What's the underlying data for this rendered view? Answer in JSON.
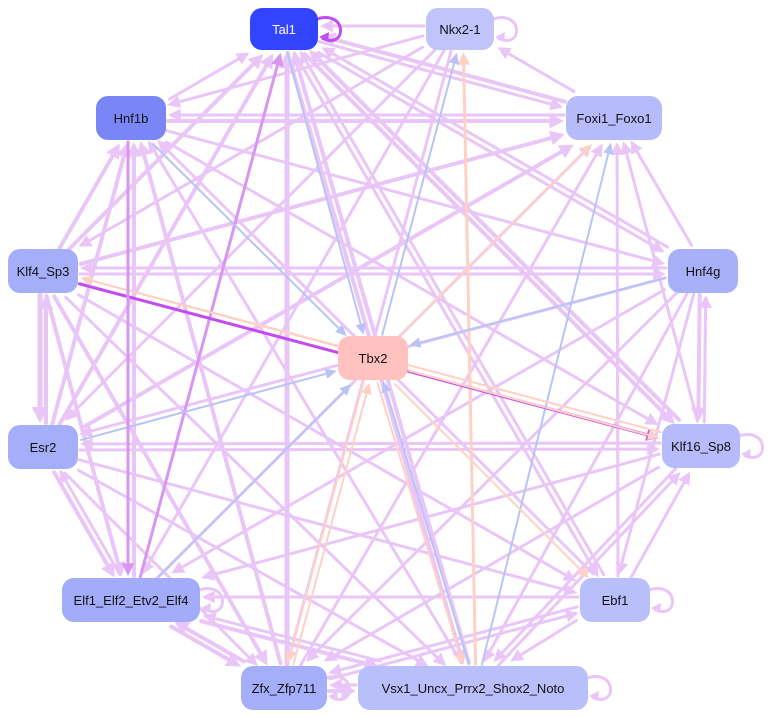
{
  "colors": {
    "edge_default": "#eac6f8",
    "edge_blue": "#b9c4f6",
    "edge_peach": "#ffd0c4",
    "edge_strong": "#c24cf0",
    "edge_medium": "#d896f2"
  },
  "nodes": [
    {
      "id": "tal1",
      "label": "Tal1",
      "fill": "#3344ff",
      "text": "#ffffff"
    },
    {
      "id": "nkx2",
      "label": "Nkx2-1",
      "fill": "#c0c4fb",
      "text": "#111111"
    },
    {
      "id": "hnf1b",
      "label": "Hnf1b",
      "fill": "#7b86f6",
      "text": "#111111"
    },
    {
      "id": "foxi1",
      "label": "Foxi1_Foxo1",
      "fill": "#b6bcfb",
      "text": "#111111"
    },
    {
      "id": "klf4",
      "label": "Klf4_Sp3",
      "fill": "#a5aef9",
      "text": "#111111"
    },
    {
      "id": "hnf4g",
      "label": "Hnf4g",
      "fill": "#a8b0fa",
      "text": "#111111"
    },
    {
      "id": "tbx2",
      "label": "Tbx2",
      "fill": "#ffc2bf",
      "text": "#111111"
    },
    {
      "id": "esr2",
      "label": "Esr2",
      "fill": "#a5aef9",
      "text": "#111111"
    },
    {
      "id": "klf16",
      "label": "Klf16_Sp8",
      "fill": "#b6bcfb",
      "text": "#111111"
    },
    {
      "id": "elf1",
      "label": "Elf1_Elf2_Etv2_Elf4",
      "fill": "#a3acf9",
      "text": "#111111"
    },
    {
      "id": "ebf1",
      "label": "Ebf1",
      "fill": "#b9bffb",
      "text": "#111111"
    },
    {
      "id": "zfx",
      "label": "Zfx_Zfp711",
      "fill": "#a5aef9",
      "text": "#111111"
    },
    {
      "id": "vsx1",
      "label": "Vsx1_Uncx_Prrx2_Shox2_Noto",
      "fill": "#b9bffb",
      "text": "#111111"
    }
  ],
  "edges": [
    {
      "from": "nkx2",
      "to": "tal1",
      "color": "default",
      "weight": 3
    },
    {
      "from": "foxi1",
      "to": "tal1",
      "color": "default",
      "weight": 4
    },
    {
      "from": "hnf4g",
      "to": "tal1",
      "color": "default",
      "weight": 3
    },
    {
      "from": "klf16",
      "to": "tal1",
      "color": "default",
      "weight": 4
    },
    {
      "from": "ebf1",
      "to": "tal1",
      "color": "default",
      "weight": 3
    },
    {
      "from": "vsx1",
      "to": "tal1",
      "color": "default",
      "weight": 4
    },
    {
      "from": "zfx",
      "to": "tal1",
      "color": "default",
      "weight": 5
    },
    {
      "from": "elf1",
      "to": "tal1",
      "color": "medium",
      "weight": 3
    },
    {
      "from": "esr2",
      "to": "tal1",
      "color": "default",
      "weight": 4
    },
    {
      "from": "klf4",
      "to": "tal1",
      "color": "default",
      "weight": 4
    },
    {
      "from": "hnf1b",
      "to": "tal1",
      "color": "default",
      "weight": 3
    },
    {
      "from": "tal1",
      "to": "tbx2",
      "color": "blue",
      "weight": 2
    },
    {
      "from": "tal1",
      "to": "foxi1",
      "color": "default",
      "weight": 3
    },
    {
      "from": "tal1",
      "to": "klf16",
      "color": "default",
      "weight": 4
    },
    {
      "from": "tal1",
      "to": "vsx1",
      "color": "default",
      "weight": 4
    },
    {
      "from": "tal1",
      "to": "ebf1",
      "color": "default",
      "weight": 3
    },
    {
      "from": "tal1",
      "to": "hnf4g",
      "color": "default",
      "weight": 3
    },
    {
      "from": "nkx2",
      "to": "hnf1b",
      "color": "default",
      "weight": 3
    },
    {
      "from": "nkx2",
      "to": "klf4",
      "color": "default",
      "weight": 3
    },
    {
      "from": "nkx2",
      "to": "esr2",
      "color": "default",
      "weight": 3
    },
    {
      "from": "nkx2",
      "to": "elf1",
      "color": "default",
      "weight": 3
    },
    {
      "from": "foxi1",
      "to": "nkx2",
      "color": "default",
      "weight": 3
    },
    {
      "from": "vsx1",
      "to": "nkx2",
      "color": "peach",
      "weight": 3
    },
    {
      "from": "tbx2",
      "to": "nkx2",
      "color": "blue",
      "weight": 2
    },
    {
      "from": "nkx2",
      "to": "zfx",
      "color": "default",
      "weight": 3
    },
    {
      "from": "hnf1b",
      "to": "foxi1",
      "color": "default",
      "weight": 4
    },
    {
      "from": "foxi1",
      "to": "hnf1b",
      "color": "default",
      "weight": 3
    },
    {
      "from": "hnf1b",
      "to": "tbx2",
      "color": "blue",
      "weight": 2
    },
    {
      "from": "hnf1b",
      "to": "hnf4g",
      "color": "default",
      "weight": 3
    },
    {
      "from": "hnf1b",
      "to": "klf16",
      "color": "default",
      "weight": 3
    },
    {
      "from": "klf4",
      "to": "hnf1b",
      "color": "default",
      "weight": 4
    },
    {
      "from": "esr2",
      "to": "hnf1b",
      "color": "default",
      "weight": 4
    },
    {
      "from": "elf1",
      "to": "hnf1b",
      "color": "default",
      "weight": 4
    },
    {
      "from": "zfx",
      "to": "hnf1b",
      "color": "default",
      "weight": 4
    },
    {
      "from": "vsx1",
      "to": "hnf1b",
      "color": "default",
      "weight": 3
    },
    {
      "from": "ebf1",
      "to": "hnf1b",
      "color": "default",
      "weight": 3
    },
    {
      "from": "klf4",
      "to": "foxi1",
      "color": "default",
      "weight": 4
    },
    {
      "from": "esr2",
      "to": "foxi1",
      "color": "default",
      "weight": 4
    },
    {
      "from": "elf1",
      "to": "foxi1",
      "color": "default",
      "weight": 3
    },
    {
      "from": "zfx",
      "to": "foxi1",
      "color": "default",
      "weight": 3
    },
    {
      "from": "tbx2",
      "to": "foxi1",
      "color": "peach",
      "weight": 2
    },
    {
      "from": "vsx1",
      "to": "foxi1",
      "color": "blue",
      "weight": 2
    },
    {
      "from": "klf16",
      "to": "foxi1",
      "color": "default",
      "weight": 3
    },
    {
      "from": "ebf1",
      "to": "foxi1",
      "color": "default",
      "weight": 3
    },
    {
      "from": "hnf4g",
      "to": "foxi1",
      "color": "default",
      "weight": 3
    },
    {
      "from": "klf4",
      "to": "hnf4g",
      "color": "default",
      "weight": 3
    },
    {
      "from": "hnf4g",
      "to": "klf4",
      "color": "default",
      "weight": 3
    },
    {
      "from": "klf4",
      "to": "klf16",
      "color": "strong",
      "weight": 3
    },
    {
      "from": "klf16",
      "to": "klf4",
      "color": "peach",
      "weight": 2
    },
    {
      "from": "tbx2",
      "to": "klf4",
      "color": "peach",
      "weight": 2
    },
    {
      "from": "klf4",
      "to": "esr2",
      "color": "default",
      "weight": 5
    },
    {
      "from": "esr2",
      "to": "klf4",
      "color": "default",
      "weight": 4
    },
    {
      "from": "klf4",
      "to": "elf1",
      "color": "default",
      "weight": 4
    },
    {
      "from": "klf4",
      "to": "zfx",
      "color": "default",
      "weight": 4
    },
    {
      "from": "klf4",
      "to": "vsx1",
      "color": "default",
      "weight": 3
    },
    {
      "from": "klf4",
      "to": "ebf1",
      "color": "default",
      "weight": 3
    },
    {
      "from": "hnf4g",
      "to": "tbx2",
      "color": "blue",
      "weight": 2
    },
    {
      "from": "hnf4g",
      "to": "klf16",
      "color": "default",
      "weight": 4
    },
    {
      "from": "klf16",
      "to": "hnf4g",
      "color": "default",
      "weight": 3
    },
    {
      "from": "hnf4g",
      "to": "esr2",
      "color": "default",
      "weight": 3
    },
    {
      "from": "hnf4g",
      "to": "elf1",
      "color": "default",
      "weight": 3
    },
    {
      "from": "hnf4g",
      "to": "zfx",
      "color": "default",
      "weight": 3
    },
    {
      "from": "hnf4g",
      "to": "vsx1",
      "color": "default",
      "weight": 3
    },
    {
      "from": "hnf4g",
      "to": "ebf1",
      "color": "default",
      "weight": 3
    },
    {
      "from": "tbx2",
      "to": "klf16",
      "color": "peach",
      "weight": 2
    },
    {
      "from": "elf1",
      "to": "tbx2",
      "color": "blue",
      "weight": 2
    },
    {
      "from": "esr2",
      "to": "tbx2",
      "color": "blue",
      "weight": 2
    },
    {
      "from": "zfx",
      "to": "tbx2",
      "color": "peach",
      "weight": 2
    },
    {
      "from": "tbx2",
      "to": "zfx",
      "color": "peach",
      "weight": 2
    },
    {
      "from": "vsx1",
      "to": "tbx2",
      "color": "blue",
      "weight": 2
    },
    {
      "from": "tbx2",
      "to": "ebf1",
      "color": "peach",
      "weight": 2
    },
    {
      "from": "tbx2",
      "to": "vsx1",
      "color": "peach",
      "weight": 2
    },
    {
      "from": "esr2",
      "to": "klf16",
      "color": "default",
      "weight": 3
    },
    {
      "from": "klf16",
      "to": "esr2",
      "color": "default",
      "weight": 3
    },
    {
      "from": "esr2",
      "to": "elf1",
      "color": "default",
      "weight": 4
    },
    {
      "from": "elf1",
      "to": "esr2",
      "color": "default",
      "weight": 3
    },
    {
      "from": "esr2",
      "to": "zfx",
      "color": "default",
      "weight": 3
    },
    {
      "from": "esr2",
      "to": "vsx1",
      "color": "default",
      "weight": 3
    },
    {
      "from": "esr2",
      "to": "ebf1",
      "color": "default",
      "weight": 3
    },
    {
      "from": "klf16",
      "to": "elf1",
      "color": "default",
      "weight": 3
    },
    {
      "from": "klf16",
      "to": "zfx",
      "color": "default",
      "weight": 3
    },
    {
      "from": "klf16",
      "to": "vsx1",
      "color": "default",
      "weight": 3
    },
    {
      "from": "ebf1",
      "to": "klf16",
      "color": "default",
      "weight": 3
    },
    {
      "from": "vsx1",
      "to": "klf16",
      "color": "default",
      "weight": 3
    },
    {
      "from": "elf1",
      "to": "zfx",
      "color": "default",
      "weight": 4
    },
    {
      "from": "zfx",
      "to": "elf1",
      "color": "default",
      "weight": 4
    },
    {
      "from": "elf1",
      "to": "vsx1",
      "color": "default",
      "weight": 4
    },
    {
      "from": "vsx1",
      "to": "elf1",
      "color": "default",
      "weight": 3
    },
    {
      "from": "ebf1",
      "to": "elf1",
      "color": "default",
      "weight": 3
    },
    {
      "from": "zfx",
      "to": "vsx1",
      "color": "default",
      "weight": 4
    },
    {
      "from": "vsx1",
      "to": "zfx",
      "color": "default",
      "weight": 3
    },
    {
      "from": "zfx",
      "to": "ebf1",
      "color": "default",
      "weight": 3
    },
    {
      "from": "ebf1",
      "to": "zfx",
      "color": "default",
      "weight": 3
    },
    {
      "from": "ebf1",
      "to": "vsx1",
      "color": "default",
      "weight": 3
    },
    {
      "from": "hnf1b",
      "to": "elf1",
      "color": "medium",
      "weight": 3
    }
  ],
  "self_loops": [
    {
      "node": "tal1",
      "color": "strong",
      "weight": 3
    },
    {
      "node": "nkx2",
      "color": "default",
      "weight": 3
    },
    {
      "node": "klf16",
      "color": "default",
      "weight": 3
    },
    {
      "node": "elf1",
      "color": "default",
      "weight": 3
    },
    {
      "node": "ebf1",
      "color": "default",
      "weight": 3
    },
    {
      "node": "zfx",
      "color": "default",
      "weight": 3
    },
    {
      "node": "vsx1",
      "color": "default",
      "weight": 3
    }
  ]
}
